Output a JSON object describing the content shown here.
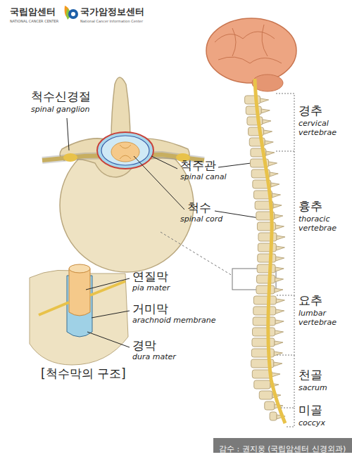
{
  "diagram": {
    "nodes": [
      {
        "text": [
          "감수 : 권지웅 (국립암센터 신경외과)"
        ]
      }
    ],
    "labels": [
      "국립암센터",
      "NATIONAL CANCER CENTER",
      "국가암정보센터",
      "National Cancer Information Center",
      "척수신경절",
      "spinal ganglion",
      "척주관",
      "spinal canal",
      "척수",
      "spinal cord",
      "연질막",
      "pia mater",
      "거미막",
      "arachnoid membrane",
      "경막",
      "dura mater",
      "[척수막의 구조]",
      "경추",
      "cervical vertebrae",
      "흉추",
      "thoracic vertebrae",
      "요추",
      "lumbar vertebrae",
      "천골",
      "sacrum",
      "미골",
      "coccyx"
    ]
  }
}
